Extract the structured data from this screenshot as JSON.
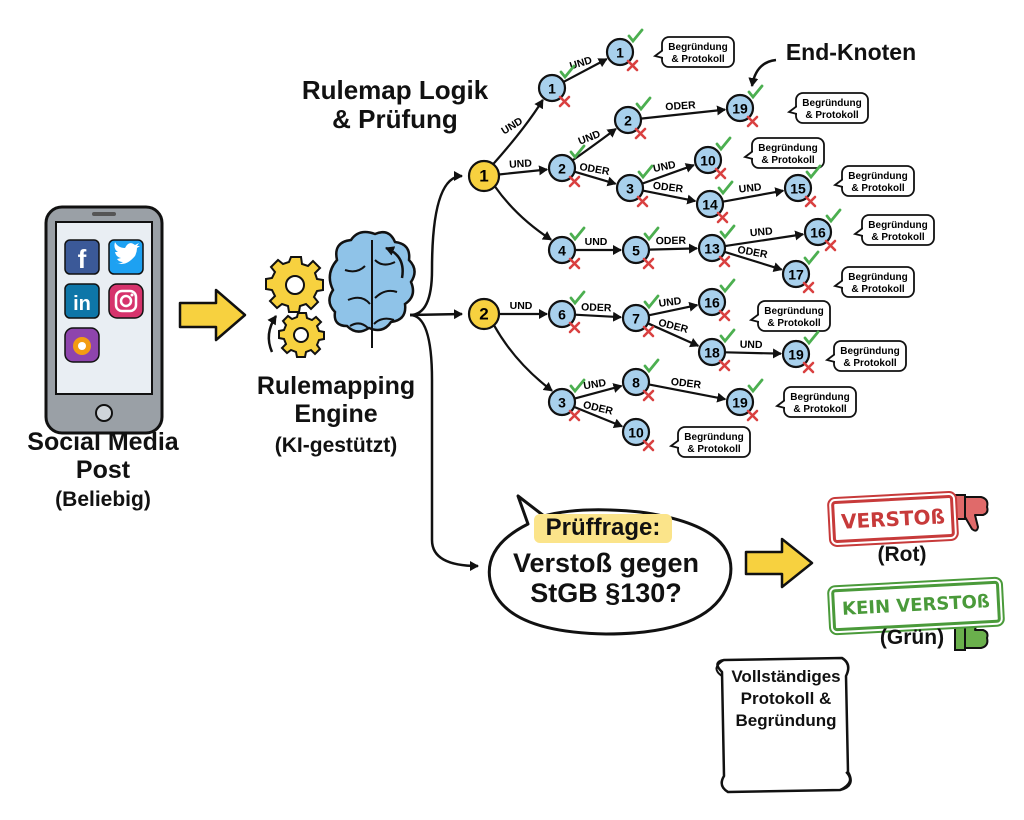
{
  "input": {
    "title": "Social Media Post",
    "subtitle": "(Beliebig)",
    "apps": [
      "facebook-icon",
      "twitter-icon",
      "linkedin-icon",
      "instagram-icon",
      "app-icon"
    ]
  },
  "engine": {
    "title": "Rulemapping Engine",
    "subtitle": "(KI-gestützt)"
  },
  "logic_title": "Rulemap Logik & Prüfung",
  "end_label": "End-Knoten",
  "note_text": "Begründung & Protokoll",
  "connectors": {
    "and": "UND",
    "or": "ODER"
  },
  "main_nodes": [
    "1",
    "2"
  ],
  "tree_nodes": [
    "1",
    "2",
    "3",
    "4",
    "5",
    "6",
    "7",
    "8",
    "10",
    "13",
    "14",
    "15",
    "16",
    "17",
    "18",
    "19"
  ],
  "question": {
    "label": "Prüffrage:",
    "text": "Verstoß gegen StGB §130?"
  },
  "results": {
    "violation": {
      "label": "VERSTOß",
      "caption": "(Rot)",
      "color": "#c73a3a",
      "icon": "thumbs-down-icon"
    },
    "no_violation": {
      "label": "KEIN VERSTOß",
      "caption": "(Grün)",
      "color": "#4a9a3a",
      "icon": "thumbs-up-icon"
    }
  },
  "protocol": "Vollständiges Protokoll & Begründung",
  "colors": {
    "node_blue": "#a8d0ec",
    "node_yellow": "#f7d13f",
    "arrow_yellow": "#f7d13f",
    "check_green": "#4caf50",
    "cross_red": "#d94040"
  }
}
